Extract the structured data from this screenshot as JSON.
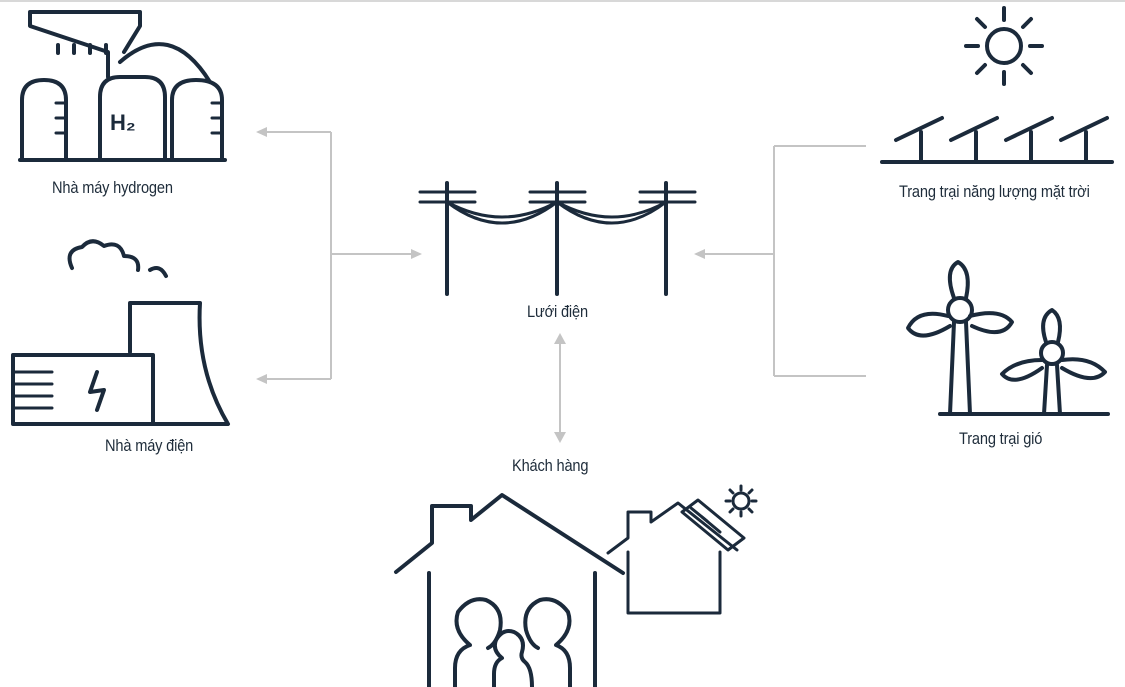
{
  "labels": {
    "hydrogen_plant": "Nhà máy hydrogen",
    "power_plant": "Nhà máy điện",
    "grid": "Lưới điện",
    "solar_farm": "Trang trại năng lượng mặt trời",
    "wind_farm": "Trang trại gió",
    "customers": "Khách hàng"
  },
  "icon_text": {
    "h2": "H₂"
  },
  "colors": {
    "icon_stroke": "#1b2a3b",
    "connector": "#c4c4c4",
    "label_text": "#1e2c3a"
  }
}
